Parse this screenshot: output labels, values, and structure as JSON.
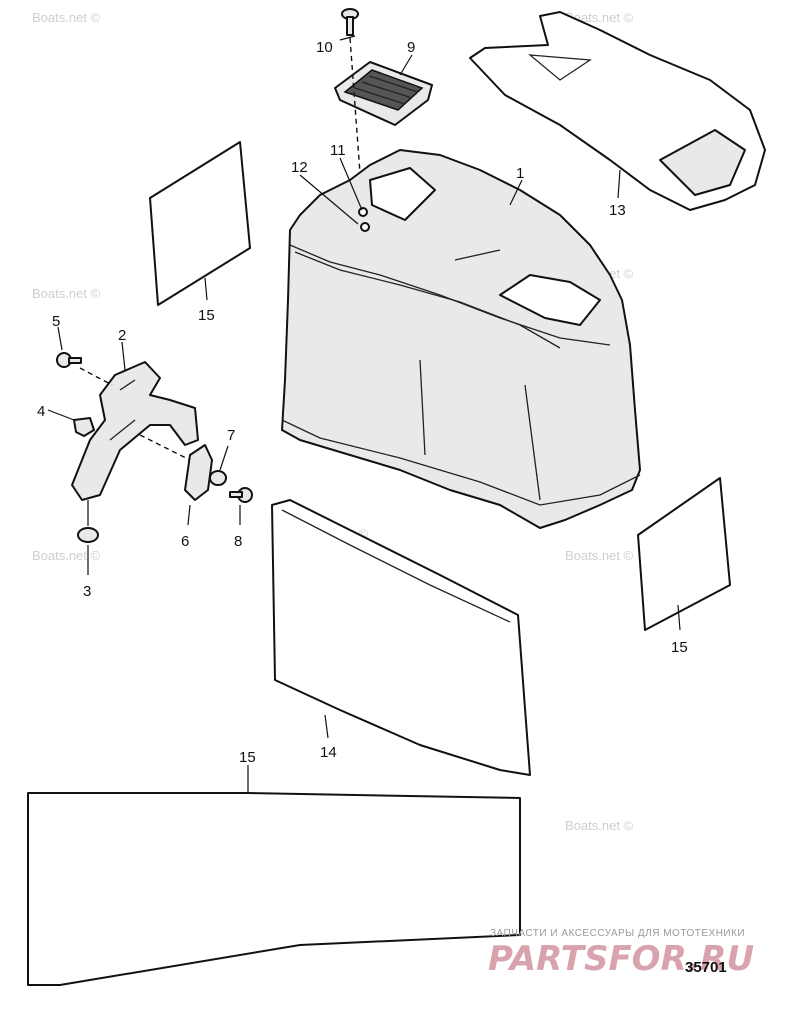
{
  "callouts": {
    "c1": "1",
    "c2": "2",
    "c3": "3",
    "c4": "4",
    "c5": "5",
    "c6": "6",
    "c7": "7",
    "c8": "8",
    "c9": "9",
    "c10": "10",
    "c11": "11",
    "c12": "12",
    "c13": "13",
    "c14": "14",
    "c15a": "15",
    "c15b": "15",
    "c15c": "15"
  },
  "watermark": "Boats.net ©",
  "footer": {
    "tagline": "ЗАПЧАСТИ И АКСЕССУАРЫ ДЛЯ МОТОТЕХНИКИ",
    "logo": "PARTSFOR.RU",
    "figure_number": "35701"
  },
  "colors": {
    "line": "#111111",
    "part_fill": "#e9e9e9",
    "watermark": "#cfcfcf",
    "logo": "#d9a3ad"
  }
}
